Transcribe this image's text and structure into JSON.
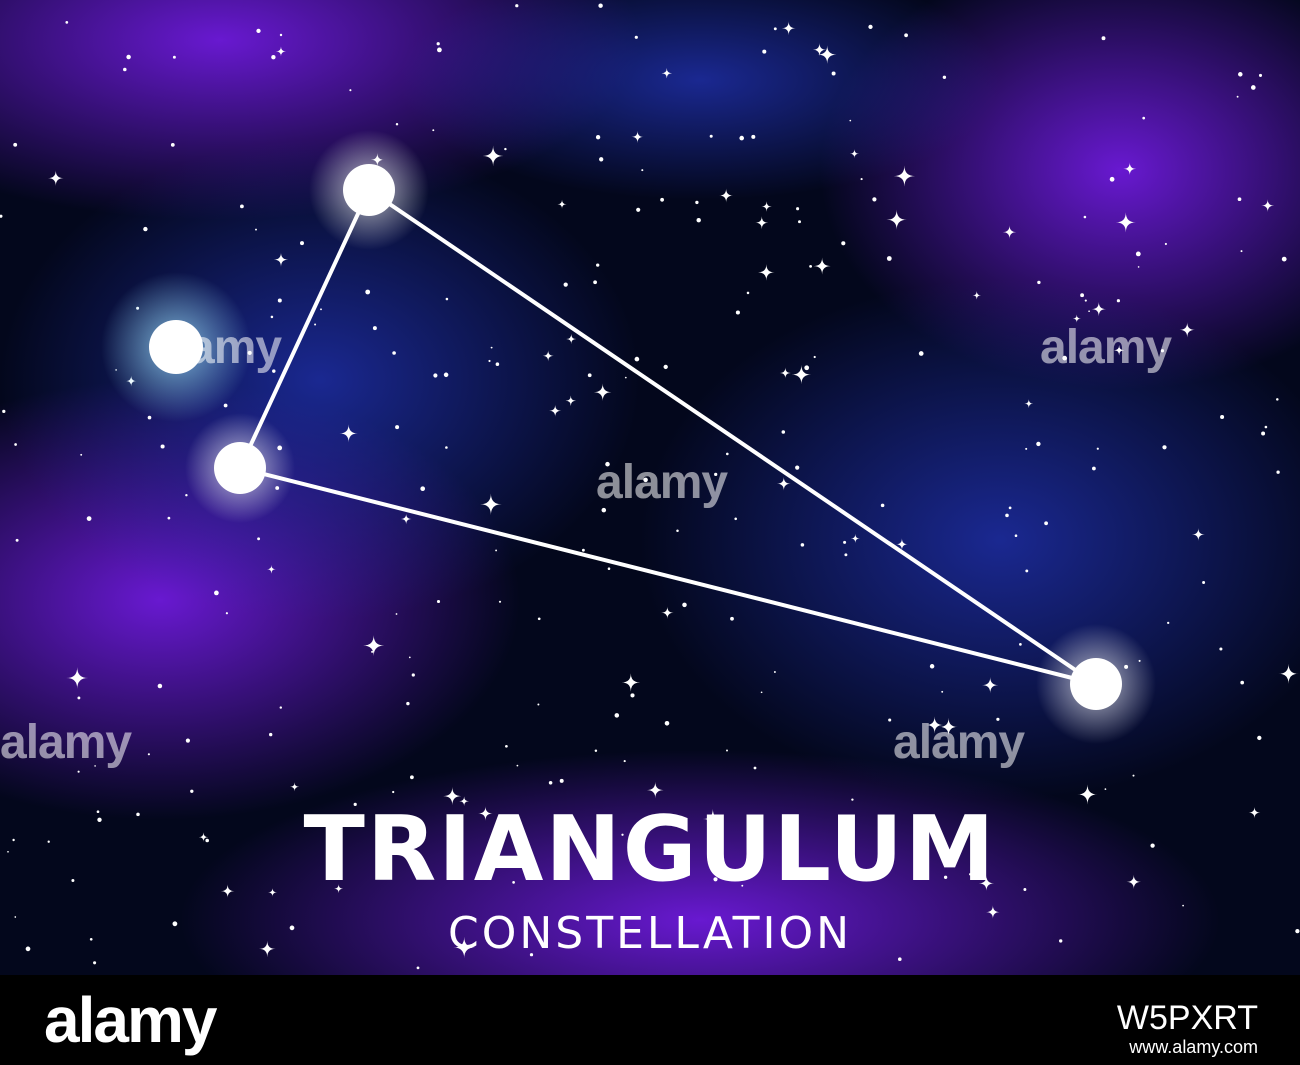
{
  "title": "TRIANGULUM",
  "subtitle": "CONSTELLATION",
  "watermark": "alamy",
  "footer": {
    "brand": "alamy",
    "image_id": "W5PXRT",
    "url": "www.alamy.com"
  },
  "colors": {
    "space_dark": "#02081f",
    "nebula_purple": "#6a12d8",
    "nebula_blue": "#1e2aa8",
    "star_white": "#ffffff",
    "star_cyan_glow": "#7fd8ff"
  }
}
